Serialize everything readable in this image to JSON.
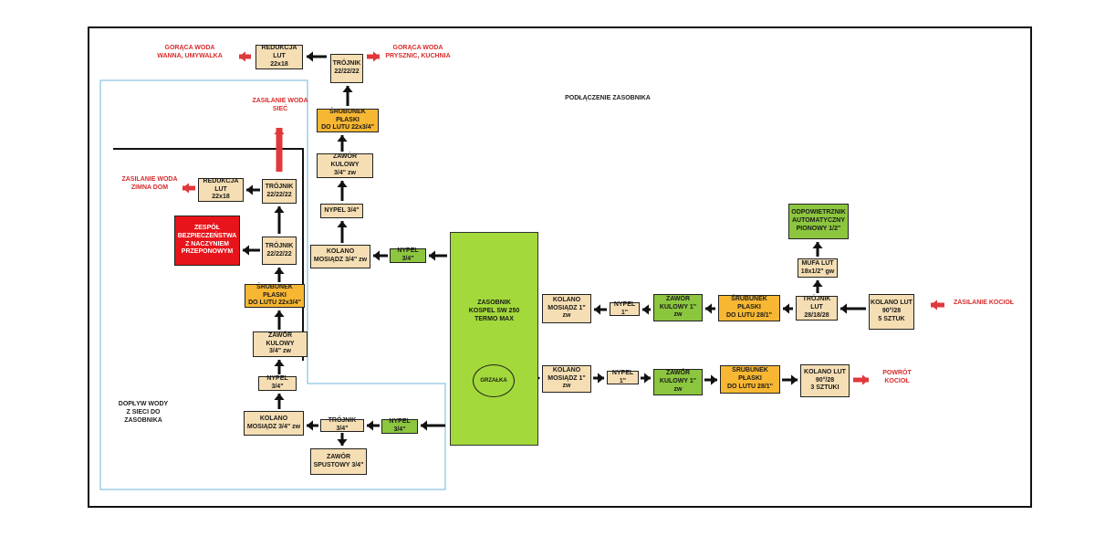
{
  "title": "PODŁĄCZENIE ZASOBNIKA",
  "labels": {
    "hot_left": "GORĄCA WODA\nWANNA, UMYWALKA",
    "hot_right": "GORĄCA WODA\nPRYSZNIC, KUCHNIA",
    "mains": "ZASILANIE WODA\nSIEĆ",
    "cold_home": "ZASILANIE WODA\nZIMNA DOM",
    "inflow": "DOPŁYW WODY\nZ SIECI DO\nZASOBNIKA",
    "boiler_supply": "ZASILANIE KOCIOŁ",
    "boiler_return": "POWRÓT\nKOCIOŁ"
  },
  "tank": {
    "title": "ZASOBNIK\nKOSPEL SW 250\nTERMO MAX",
    "heater": "GRZAŁKA"
  },
  "nodes": {
    "reduction_top": "REDUKCJA LUT\n22x18",
    "tee_top": "TRÓJNIK\n22/22/22",
    "union_top": "ŚRUBUNEK PŁASKI\nDO LUTU 22x3/4\"",
    "valve_top": "ZAWÓR KULOWY\n3/4\" zw",
    "nipple_top": "NYPEL 3/4\"",
    "elbow_top": "KOLANO\nMOSIĄDZ 3/4\" zw",
    "nipple_top_green": "NYPEL 3/4\"",
    "reduction_cold": "REDUKCJA LUT\n22x18",
    "tee_cold": "TRÓJNIK\n22/22/22",
    "safety": "ZESPÓŁ\nBEZPIECZEŃSTWA\nZ NACZYNIEM\nPRZEPONOWYM",
    "tee_mid": "TRÓJNIK\n22/22/22",
    "union_cold": "ŚRUBUNEK PŁASKI\nDO LUTU 22x3/4\"",
    "valve_cold": "ZAWÓR KULOWY\n3/4\" zw",
    "nipple_cold": "NYPEL 3/4\"",
    "elbow_cold": "KOLANO\nMOSIĄDZ 3/4\" zw",
    "tee_bottom": "TRÓJNIK 3/4\"",
    "nipple_bottom_green": "NYPEL 3/4\"",
    "drain_valve": "ZAWÓR\nSPUSTOWY 3/4\"",
    "elbow_r1": "KOLANO\nMOSIĄDZ 1\" zw",
    "nipple_r1": "NYPEL 1\"",
    "valve_r1": "ZAWÓR\nKULOWY 1\" zw",
    "union_r1": "ŚRUBUNEK PŁASKI\nDO LUTU 28/1\"",
    "tee_r1": "TRÓJNIK LUT\n28/18/28",
    "elbow_lut_r1": "KOLANO LUT\n90°/28\n5 SZTUK",
    "coupling": "MUFA LUT\n18x1/2\" gw",
    "air_vent": "ODPOWIETRZNIK\nAUTOMATYCZNY\nPIONOWY 1/2\"",
    "elbow_r2": "KOLANO\nMOSIĄDZ 1\" zw",
    "nipple_r2": "NYPEL 1\"",
    "valve_r2": "ZAWÓR\nKULOWY 1\" zw",
    "union_r2": "ŚRUBUNEK PŁASKI\nDO LUTU 28/1\"",
    "elbow_lut_r2": "KOLANO LUT\n90°/28\n3 SZTUKI"
  },
  "colors": {
    "arrow": "#111111",
    "hot_arrow": "#e0383b",
    "zone_border": "#6fb7d9"
  }
}
